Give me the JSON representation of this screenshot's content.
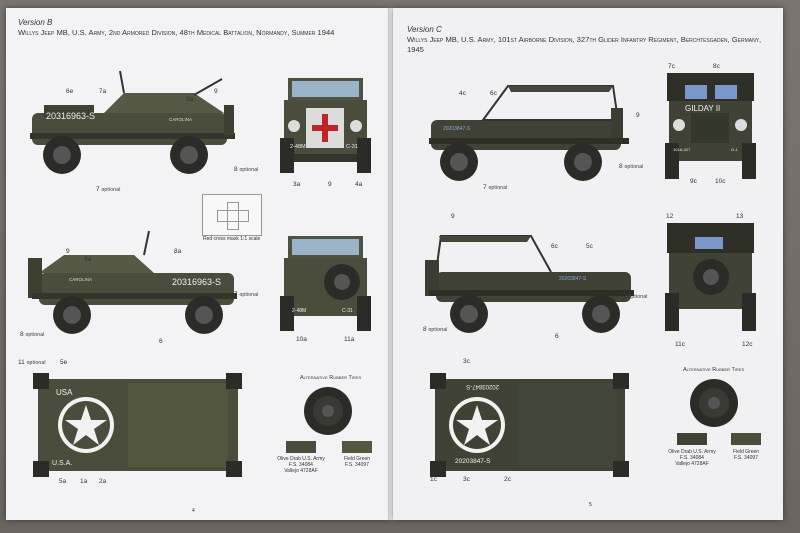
{
  "left": {
    "version": "Version B",
    "subtitle": "Willys Jeep MB, U.S. Army, 2nd Armored Division, 48th Medical Battalion, Normandy, Summer 1944",
    "side_marking": "20316963-S",
    "top_text_usa": "USA",
    "top_text_usa2": "U.S.A.",
    "front_marking": "2-48M",
    "front_marking_r": "C-31",
    "rear_marking": "2-48M",
    "rear_marking_r": "C-31",
    "name_marking": "CAROLINA",
    "mask_label": "Red cross mask 1:1 scale",
    "tyre_label": "Alternative Rubber Tires",
    "paints": [
      {
        "name": "Olive Drab U.S. Army",
        "fs": "F.S. 34084",
        "extra": "Vallejo 4728AF",
        "color": "#4a4d3b"
      },
      {
        "name": "Field Green",
        "fs": "F.S. 34097",
        "extra": "",
        "color": "#535841"
      }
    ],
    "callouts": {
      "c6e": "6e",
      "c7a": "7a",
      "c9": "9",
      "c9a": "9a",
      "c8opt": "8",
      "c7opt": "7",
      "c3a": "3a",
      "c9b": "9",
      "c4a": "4a",
      "c9c": "9",
      "c9d": "9a",
      "c8a": "8a",
      "c7opt2": "7",
      "c8opt2": "8",
      "c6": "6",
      "c10a": "10a",
      "c11a": "11a",
      "c11opt": "11",
      "c5e": "5e",
      "c5a": "5a",
      "c1a": "1a",
      "c2a": "2a"
    },
    "optional": "optional",
    "page_num": "4"
  },
  "right": {
    "version": "Version C",
    "subtitle": "Willys Jeep MB, U.S. Army, 101st Airborne Division, 327th Glider Infantry Regiment, Berchtesgaden, Germany, 1945",
    "side_marking": "20203847-S",
    "front_name": "GILDAY II",
    "front_small": "101A-327",
    "front_small_r": "G-1",
    "top_marking": "20203847-S",
    "tyre_label": "Alternative Rubber Tires",
    "paints": [
      {
        "name": "Olive Drab U.S. Army",
        "fs": "F.S. 34084",
        "extra": "Vallejo 4728AF",
        "color": "#3f4235"
      },
      {
        "name": "Field Green",
        "fs": "F.S. 34097",
        "extra": "",
        "color": "#4a4f3a"
      }
    ],
    "callouts": {
      "c4c": "4c",
      "c6c": "6c",
      "c9": "9",
      "c7c": "7c",
      "c8c": "8c",
      "c8opt": "8",
      "c7opt": "7",
      "c9c": "9c",
      "c10c": "10c",
      "c9b": "9",
      "c6c2": "6c",
      "c5c": "5c",
      "c7opt2": "7",
      "c8opt2": "8",
      "c6": "6",
      "c12": "12",
      "c13": "13",
      "c11c": "11c",
      "c12c": "12c",
      "c3c": "3c",
      "c1c": "1c",
      "c3c2": "3c",
      "c2c": "2c"
    },
    "optional": "optional",
    "page_num": "5"
  }
}
